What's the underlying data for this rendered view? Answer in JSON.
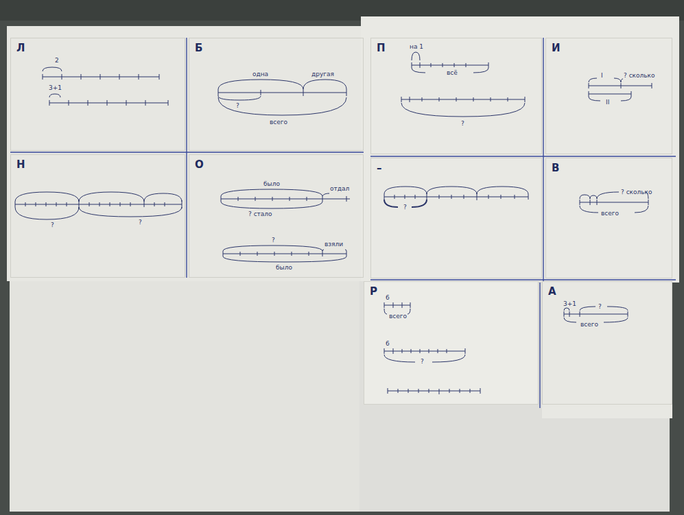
{
  "diagram": {
    "nodes": [
      {
        "text": [
          "Л",
          "2",
          "3+1"
        ]
      },
      {
        "text": [
          "Б",
          "одна",
          "другая",
          "?",
          "всего"
        ]
      },
      {
        "text": [
          "Н",
          "?",
          "?"
        ]
      },
      {
        "text": [
          "О",
          "было",
          "отдал",
          "? стало",
          "?",
          "взяли",
          "было"
        ]
      },
      {
        "text": [
          "П",
          "на 1",
          "всё",
          "?"
        ]
      },
      {
        "text": [
          "И",
          "I",
          "? сколько",
          "II"
        ]
      },
      {
        "text": [
          "–",
          "?"
        ]
      },
      {
        "text": [
          "В",
          "? сколько",
          "всего"
        ]
      },
      {
        "text": [
          "Р",
          "6",
          "всего",
          "6",
          "?"
        ]
      },
      {
        "text": [
          "А",
          "3+1",
          "?",
          "всего"
        ]
      }
    ],
    "edges": []
  }
}
